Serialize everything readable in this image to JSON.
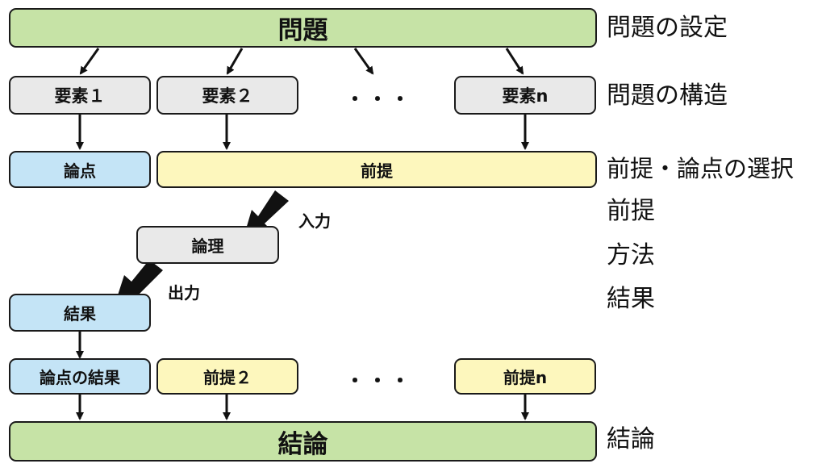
{
  "boxes": {
    "problem": "問題",
    "element1": "要素１",
    "element2": "要素２",
    "element_n": "要素n",
    "issue": "論点",
    "premise": "前提",
    "logic": "論理",
    "result": "結果",
    "issue_result": "論点の結果",
    "premise2": "前提２",
    "premise_n": "前提n",
    "conclusion": "結論"
  },
  "dots": "・・・",
  "arrow_labels": {
    "input": "入力",
    "output": "出力"
  },
  "side_labels": {
    "setting": "問題の設定",
    "structure": "問題の構造",
    "selection": "前提・論点の選択",
    "premise": "前提",
    "method": "方法",
    "result": "結果",
    "conclusion": "結論"
  }
}
